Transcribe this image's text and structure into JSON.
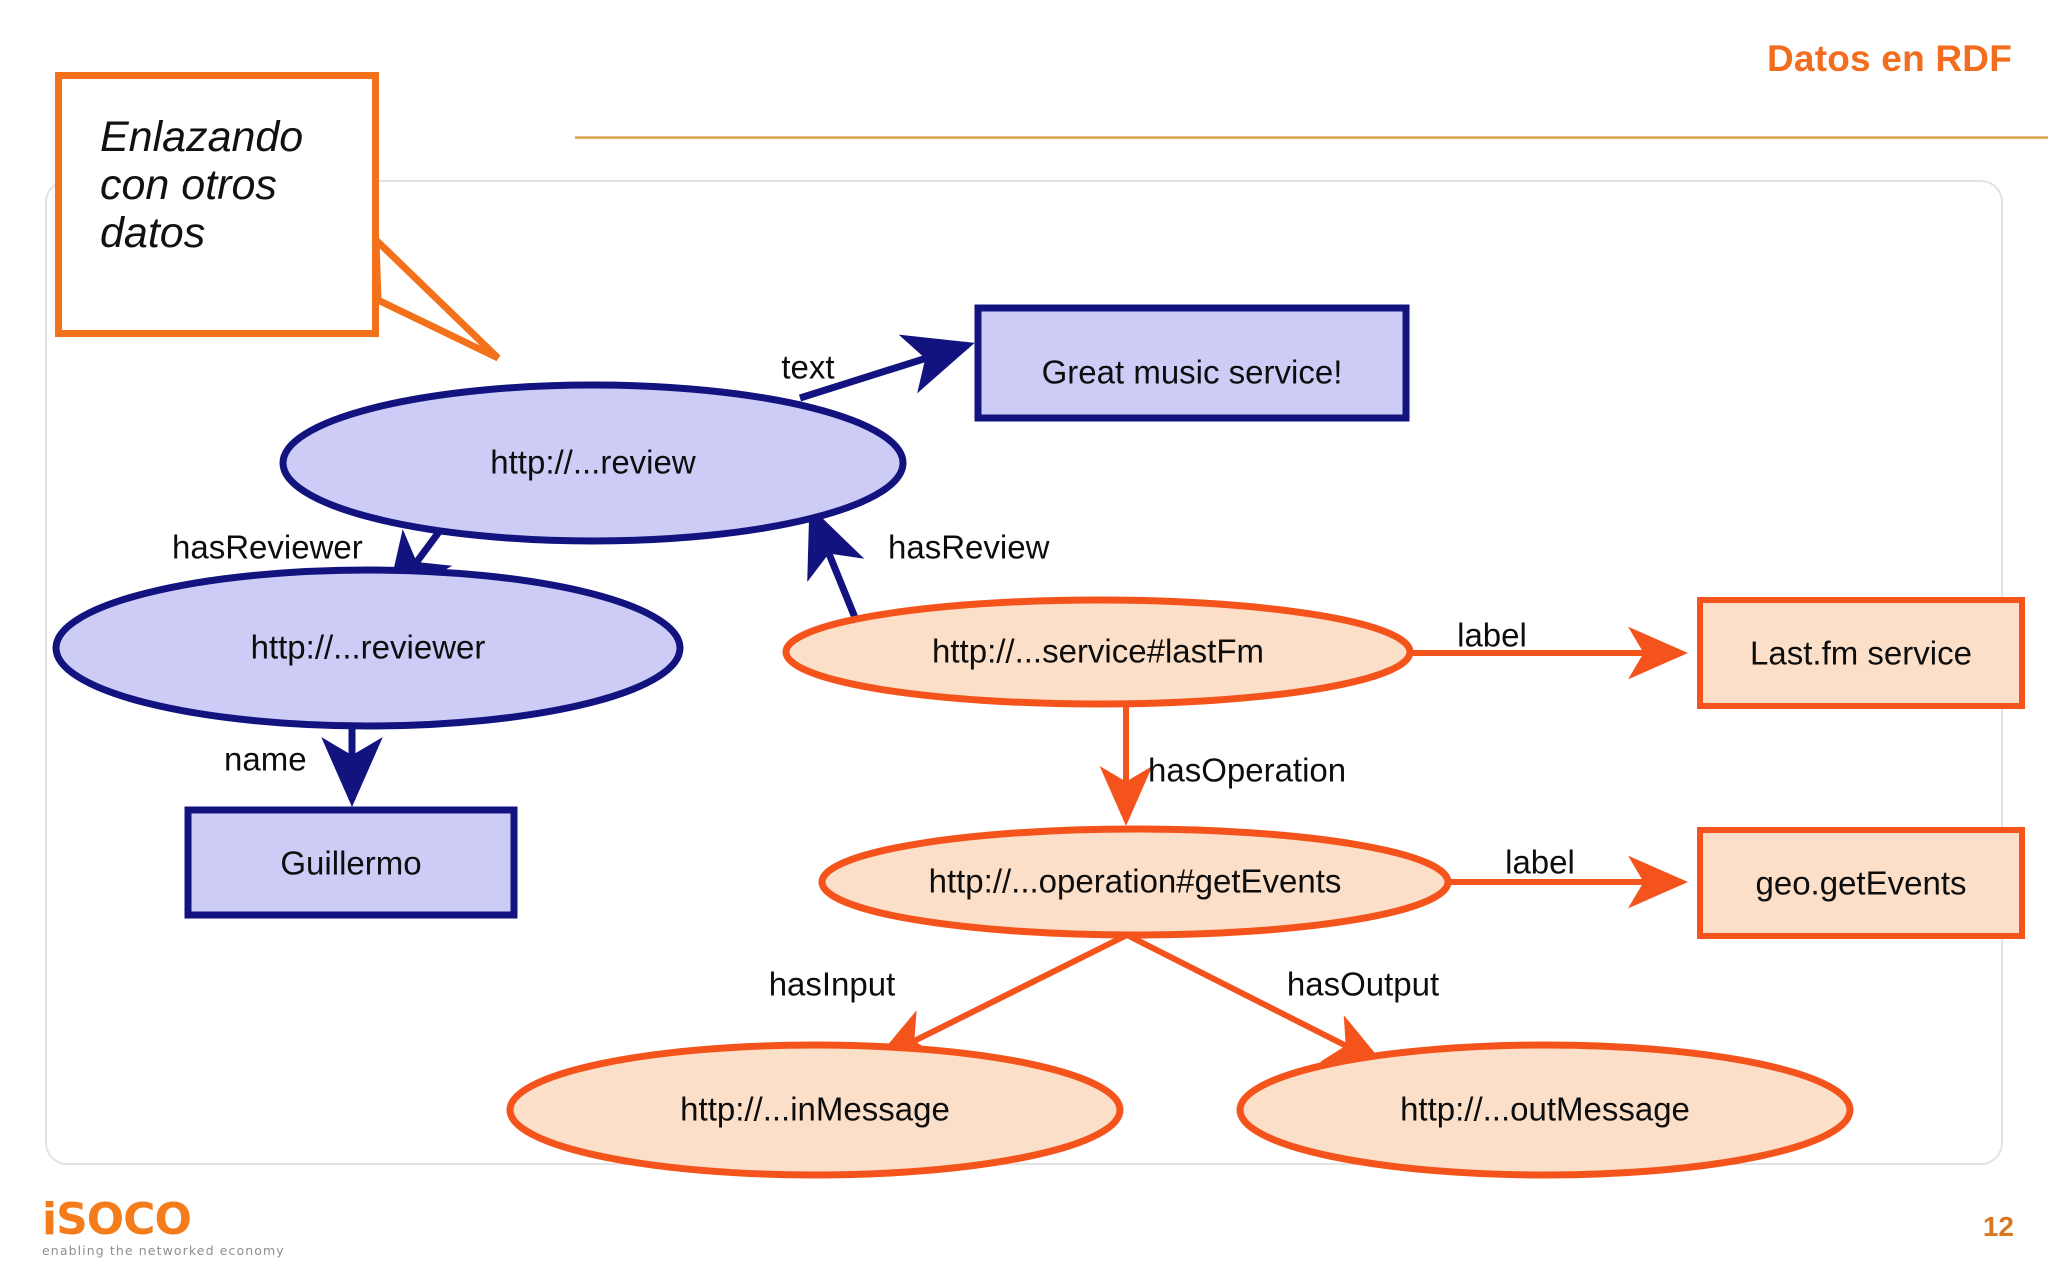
{
  "header": {
    "title": "Datos en RDF"
  },
  "callout": {
    "text": "Enlazando\ncon otros\ndatos",
    "border_color": "#f4711b"
  },
  "footer": {
    "logo_word": "iSOCO",
    "logo_tagline": "enabling the networked economy",
    "page_number": "12"
  },
  "colors": {
    "title_orange": "#f26d1e",
    "blue_fill": "#ccccf7",
    "blue_stroke": "#131380",
    "orange_fill": "#fbdfc8",
    "orange_stroke": "#f4541c",
    "frame_border": "#e2e2e2",
    "rule_gold": "#d79a45"
  },
  "graph": {
    "nodes": {
      "review": "http://...review",
      "reviewer": "http://...reviewer",
      "great_music": "Great music service!",
      "guillermo": "Guillermo",
      "last_fm": "http://...service#lastFm",
      "last_fm_label": "Last.fm service",
      "get_events": "http://...operation#getEvents",
      "geo_get_events": "geo.getEvents",
      "in_message": "http://...inMessage",
      "out_message": "http://...outMessage"
    },
    "edges": {
      "text": "text",
      "has_reviewer": "hasReviewer",
      "name": "name",
      "has_review": "hasReview",
      "label_service": "label",
      "has_operation": "hasOperation",
      "label_operation": "label",
      "has_input": "hasInput",
      "has_output": "hasOutput"
    }
  }
}
